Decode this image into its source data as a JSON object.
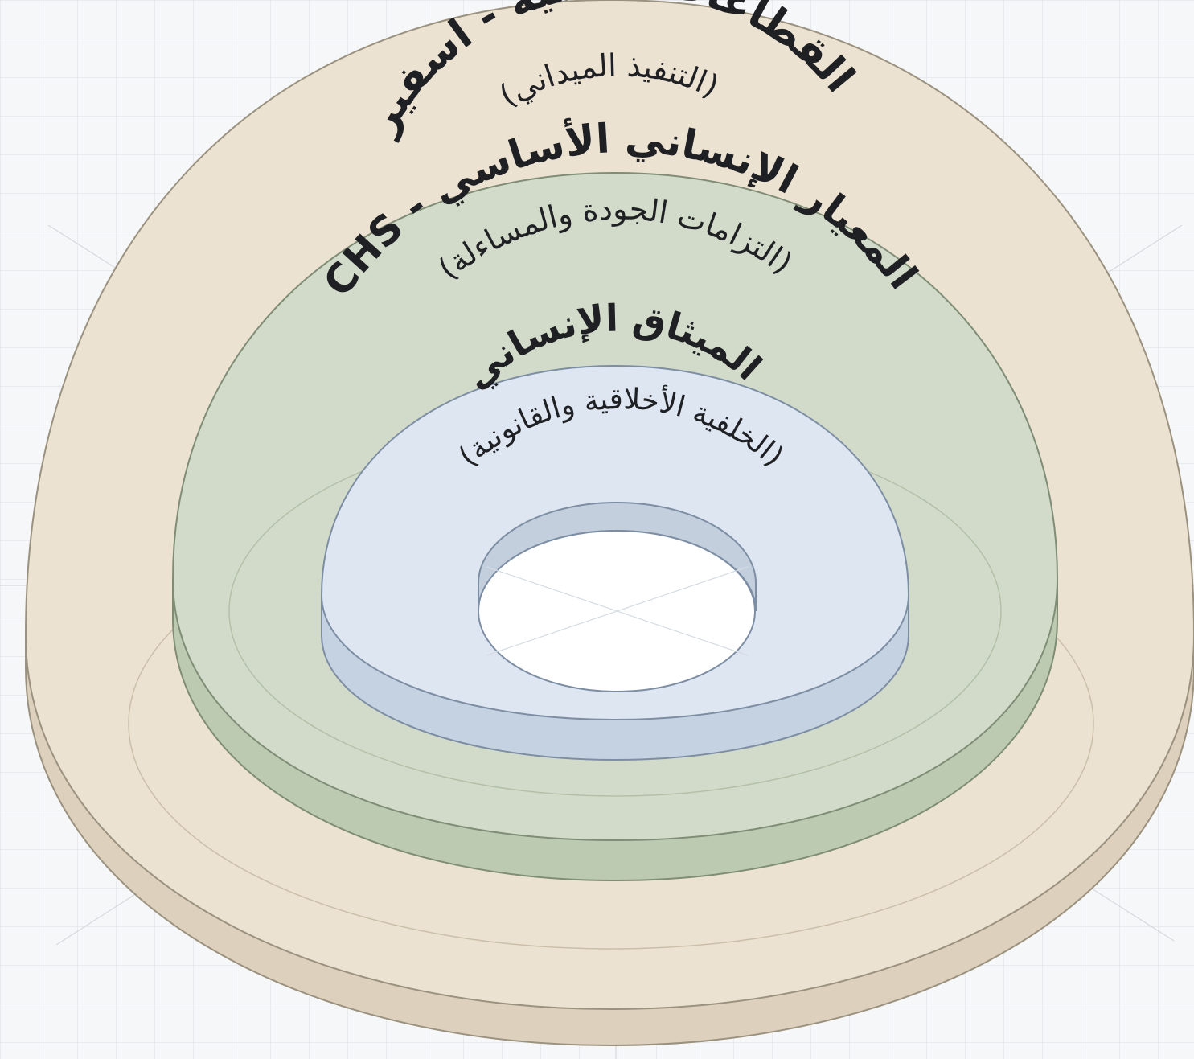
{
  "diagram": {
    "layers": [
      {
        "id": "outer",
        "title": "القطاعات التقنية - اسفير",
        "subtitle": "(التنفيذ الميداني)",
        "color": "#ece2d2"
      },
      {
        "id": "middle",
        "title": "المعيار الإنساني الأساسي - CHS",
        "subtitle": "(التزامات الجودة والمساءلة)",
        "color": "#d2dbc9"
      },
      {
        "id": "inner",
        "title": "الميثاق الإنساني",
        "subtitle": "(الخلفية الأخلاقية والقانونية)",
        "color": "#dde6f1"
      }
    ],
    "colors": {
      "background": "#f6f7f9",
      "grid": "#e3e6ea",
      "outer_side": "#ddd1bd",
      "middle_side": "#bccab2",
      "inner_side": "#c5d2e2",
      "text": "#1f2024"
    }
  }
}
